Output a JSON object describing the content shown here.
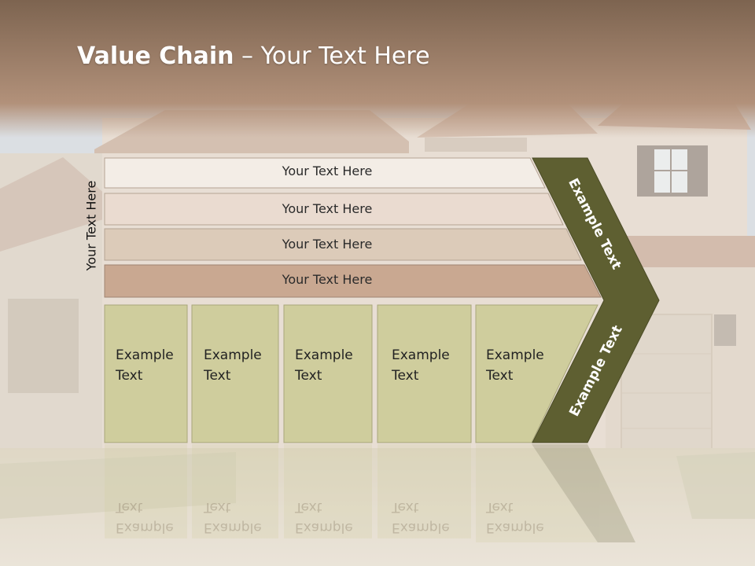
{
  "slide": {
    "title_bold": "Value Chain",
    "title_rest": " – Your Text Here",
    "side_label": "Your Text Here"
  },
  "bands": [
    {
      "label": "Your Text Here"
    },
    {
      "label": "Your Text Here"
    },
    {
      "label": "Your Text Here"
    },
    {
      "label": "Your Text Here"
    }
  ],
  "boxes": [
    {
      "label": "Example Text"
    },
    {
      "label": "Example Text"
    },
    {
      "label": "Example Text"
    },
    {
      "label": "Example Text"
    },
    {
      "label": "Example Text"
    }
  ],
  "arrow": {
    "upper_label": "Example Text",
    "lower_label": "Example Text"
  },
  "colors": {
    "header_brown": "#8c6d53",
    "band_1": "#f3ede6",
    "band_2": "#eadbd0",
    "band_3": "#dccbb9",
    "band_4": "#c9a891",
    "box_fill": "#cfcd9d",
    "arrow_olive": "#5e5f31"
  }
}
